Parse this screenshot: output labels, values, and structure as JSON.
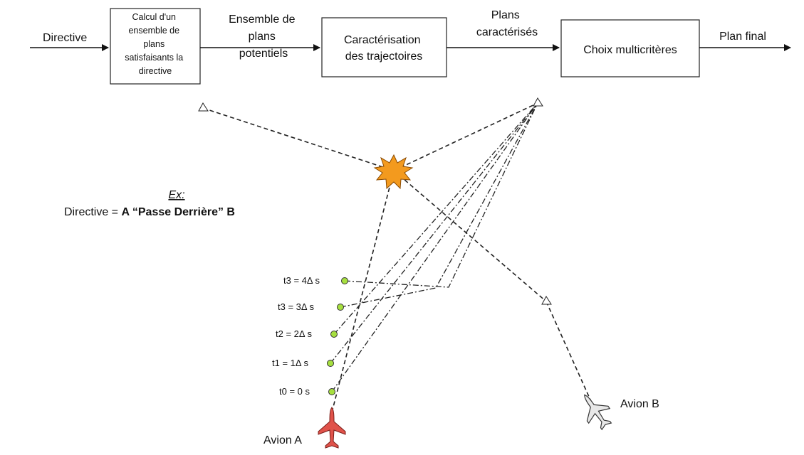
{
  "flow": {
    "input_label": "Directive",
    "box1_lines": [
      "Calcul d'un",
      "ensemble de",
      "plans",
      "satisfaisants la",
      "directive"
    ],
    "edge1_lines": [
      "Ensemble de",
      "plans",
      "potentiels"
    ],
    "box2_lines": [
      "Caractérisation",
      "des trajectoires"
    ],
    "edge2_lines": [
      "Plans",
      "caractérisés"
    ],
    "box3_label": "Choix multicritères",
    "output_label": "Plan final"
  },
  "example": {
    "title": "Ex:",
    "directive_prefix": "Directive = ",
    "directive_rule": "A “Passe Derrière” B"
  },
  "timeline": {
    "labels": [
      "t3 = 4Δ s",
      "t3 = 3Δ s",
      "t2 = 2Δ s",
      "t1 = 1Δ s",
      "t0 = 0 s"
    ]
  },
  "aircraft": {
    "a_label": "Avion A",
    "b_label": "Avion B",
    "a_color": "#e0524a",
    "b_color": "#e8e8e8"
  },
  "colors": {
    "conflict": "#f39a1e",
    "point_fill": "#a6df3f"
  }
}
